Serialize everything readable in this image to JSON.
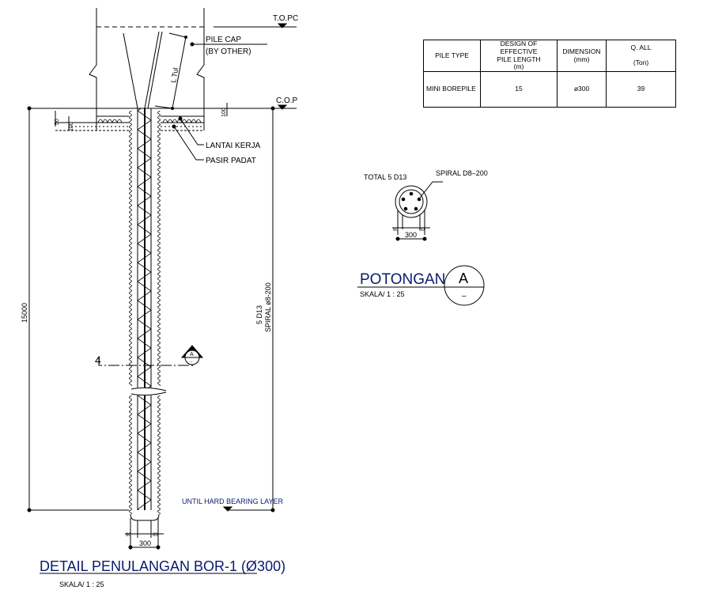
{
  "detail": {
    "title": "DETAIL PENULANGAN BOR-1 (Ø300)",
    "scale": "SKALA/  1  :  25",
    "top_of_pile_cap": "T.O.PC",
    "cut_off_point": "C.O.P",
    "pile_cap_label": "PILE CAP",
    "pile_cap_note": "(BY OTHER)",
    "anchor_length": "L Tul",
    "lantai_kerja": "LANTAI KERJA",
    "pasir_padat": "PASIR PADAT",
    "length_dim": "15000",
    "rebar_main": "5  D13",
    "rebar_spiral": "SPIRAL  ø8-200",
    "bearing_note": "UNTIL HARD BEARING LAYER",
    "diameter_dim": "300",
    "cover_dim": "60",
    "small_dim_a": "50",
    "small_dim_b": "100",
    "small_dim_c": "100",
    "section_marker": "A",
    "section_sheet": "-",
    "cut_label": "4"
  },
  "section": {
    "title": "POTONGAN",
    "marker": "A",
    "sheet": "–",
    "scale": "SKALA/  1  :  25",
    "main_bars": "TOTAL  5    D13",
    "spiral": "SPIRAL  D8–200",
    "diameter_dim": "300",
    "cover_dim": "60"
  },
  "table": {
    "headers": [
      "PILE TYPE",
      "DESIGN OF EFFECTIVE PILE LENGTH (m)",
      "DIMENSION (mm)",
      "Q. ALL (Ton)"
    ],
    "header_lines": [
      [
        "PILE TYPE"
      ],
      [
        "DESIGN  OF  EFFECTIVE",
        "PILE  LENGTH",
        "(m)"
      ],
      [
        "DIMENSION",
        "(mm)"
      ],
      [
        "Q.  ALL",
        "(Ton)"
      ]
    ],
    "rows": [
      [
        "MINI  BOREPILE",
        "15",
        "ø300",
        "39"
      ]
    ]
  }
}
